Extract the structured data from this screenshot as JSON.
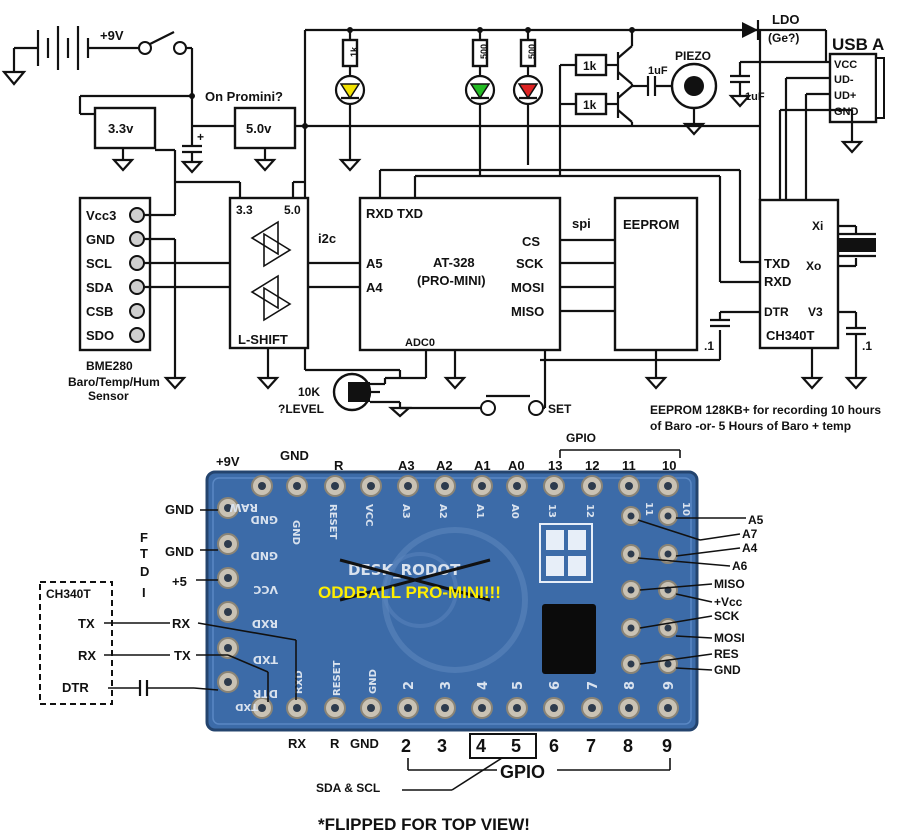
{
  "schematic": {
    "battery": {
      "label": "+9V"
    },
    "switch_hint": "On Promini?",
    "regulators": {
      "r33": "3.3v",
      "r50": "5.0v"
    },
    "cap_plus": "+",
    "leds": {
      "r1": "1k",
      "r2": "500",
      "r3": "500",
      "colors": [
        "#f2e200",
        "#22bb22",
        "#dd2222"
      ]
    },
    "transistor_res": [
      "1k",
      "1k"
    ],
    "piezo": {
      "label": "PIEZO",
      "cap": "1uF"
    },
    "ldo": {
      "label": "LDO",
      "sub": "(Ge?)"
    },
    "usb": {
      "title": "USB A",
      "pins": [
        "VCC",
        "UD-",
        "UD+",
        "GND"
      ],
      "cap": "1uF"
    },
    "bme280": {
      "pins": [
        "Vcc3",
        "GND",
        "SCL",
        "SDA",
        "CSB",
        "SDO"
      ],
      "name": "BME280",
      "desc1": "Baro/Temp/Hum",
      "desc2": "Sensor"
    },
    "lshift": {
      "left": "3.3",
      "right": "5.0",
      "name": "L-SHIFT"
    },
    "i2c": "i2c",
    "mcu": {
      "top_left": "RXD  TXD",
      "name1": "AT-328",
      "name2": "(PRO-MINI)",
      "a5": "A5",
      "a4": "A4",
      "cs": "CS",
      "sck": "SCK",
      "mosi": "MOSI",
      "miso": "MISO",
      "adc": "ADC0"
    },
    "spi": "spi",
    "eeprom": {
      "name": "EEPROM",
      "note1": "EEPROM 128KB+ for recording 10 hours",
      "note2": "of Baro -or- 5 Hours of Baro + temp"
    },
    "ch340": {
      "xi": "Xi",
      "xo": "Xo",
      "txd": "TXD",
      "rxd": "RXD",
      "dtr": "DTR",
      "v3": "V3",
      "name": "CH340T"
    },
    "caps": {
      "c1": ".1",
      "c2": ".1"
    },
    "pot": {
      "line1": "10K",
      "line2": "?LEVEL"
    },
    "set": "SET"
  },
  "board": {
    "gpio_top": "GPIO",
    "top_labels": [
      "+9V",
      "GND",
      "R",
      "A3",
      "A2",
      "A1",
      "A0",
      "13",
      "12",
      "11",
      "10"
    ],
    "left_labels": [
      "GND",
      "GND",
      "+5"
    ],
    "ftdi": [
      "F",
      "T",
      "D",
      "I"
    ],
    "title": "ODDBALL PRO-MINI!!!",
    "struck": "DESK_RODOT",
    "ch340_box": {
      "title": "CH340T",
      "rows": [
        "TX",
        "RX",
        "DTR"
      ]
    },
    "mid_labels": [
      "RX",
      "TX"
    ],
    "right_labels": [
      "A5",
      "A7",
      "A4",
      "A6",
      "MISO",
      "+Vcc",
      "SCK",
      "MOSI",
      "RES",
      "GND"
    ],
    "bottom_labels": [
      "RX",
      "R",
      "GND",
      "2",
      "3",
      "4",
      "5",
      "6",
      "7",
      "8",
      "9"
    ],
    "gpio_bottom": "GPIO",
    "sda_scl": "SDA & SCL",
    "silk_top": [
      "RAW",
      "GND",
      "RESET",
      "VCC",
      "A3",
      "A2",
      "A1",
      "A0",
      "13",
      "12",
      "11",
      "10"
    ],
    "silk_left": [
      "GND",
      "GND",
      "VCC",
      "RXD",
      "TXD",
      "DTR"
    ],
    "silk_bottom": [
      "TXD",
      "RXD",
      "RESET",
      "GND",
      "2",
      "3",
      "4",
      "5",
      "6",
      "7",
      "8",
      "9"
    ]
  },
  "footer": "*FLIPPED FOR TOP VIEW!"
}
